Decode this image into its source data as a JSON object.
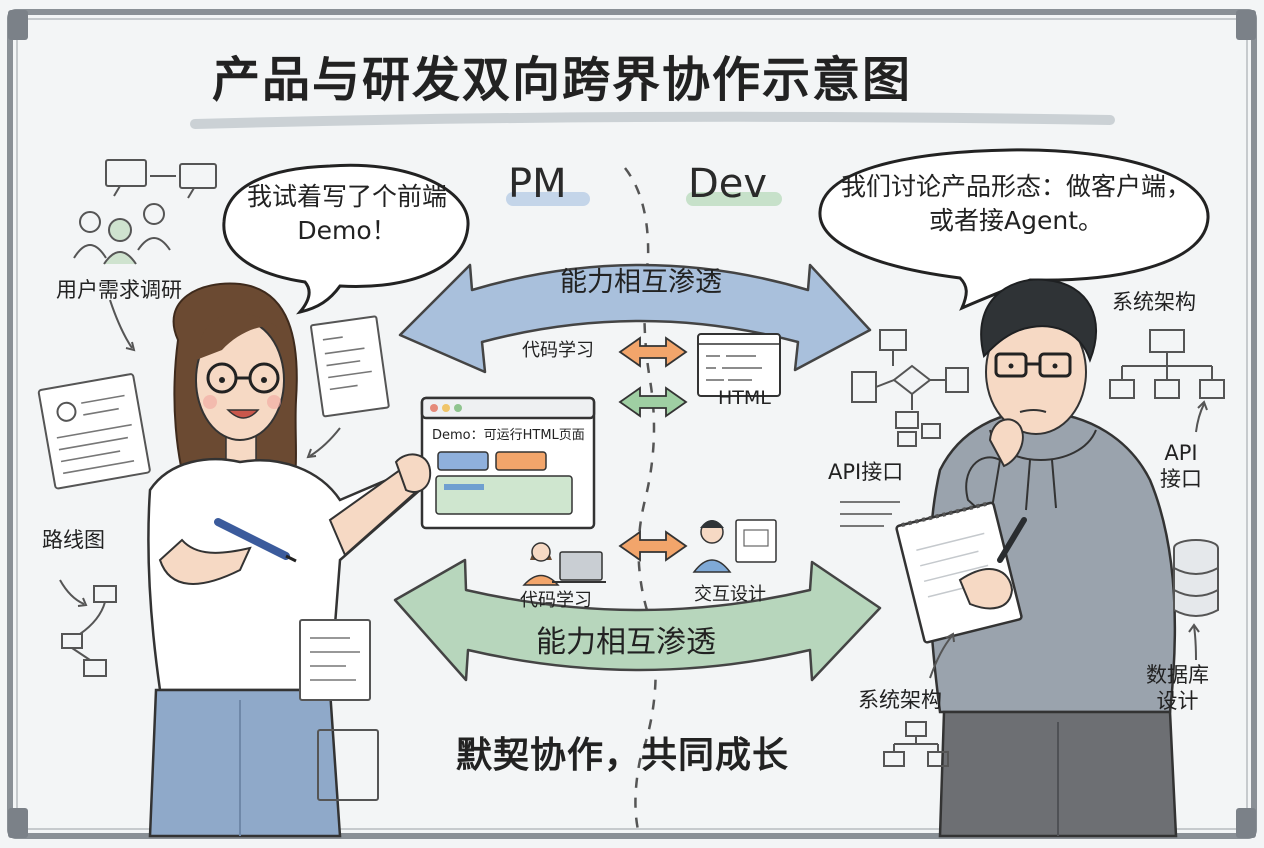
{
  "title": "产品与研发双向跨界协作示意图",
  "roles": {
    "pm": "PM",
    "dev": "Dev"
  },
  "bubbles": {
    "pm": "我试着写了个前端Demo！",
    "dev": "我们讨论产品形态：做客户端，或者接Agent。"
  },
  "arrows": {
    "top": "能力相互渗透",
    "bottom": "能力相互渗透"
  },
  "center": {
    "demo_window_title": "Demo：可运行HTML页面",
    "code_learning_top": "代码学习",
    "html_label": "HTML",
    "code_learning_bottom": "代码学习",
    "interaction_design": "交互设计"
  },
  "left_labels": {
    "research": "用户需求调研",
    "roadmap": "路线图"
  },
  "right_labels": {
    "architecture_top": "系统架构",
    "api_left": "API接口",
    "api_right": "API\n接口",
    "architecture_bottom": "系统架构",
    "database": "数据库\n设计"
  },
  "footer": "默契协作，共同成长",
  "colors": {
    "board": "#f3f5f6",
    "frame": "#8a9096",
    "top_arrow": "#a9c0dc",
    "bottom_arrow": "#b7d6bc",
    "orange_arrow": "#f2a56b",
    "green_arrow": "#9fcfa3",
    "pm_shirt": "#ffffff",
    "pm_jeans": "#8fa9c9",
    "pm_hair": "#6b4a32",
    "dev_hoodie": "#9aa3ad",
    "dev_pants": "#6d6f73"
  }
}
